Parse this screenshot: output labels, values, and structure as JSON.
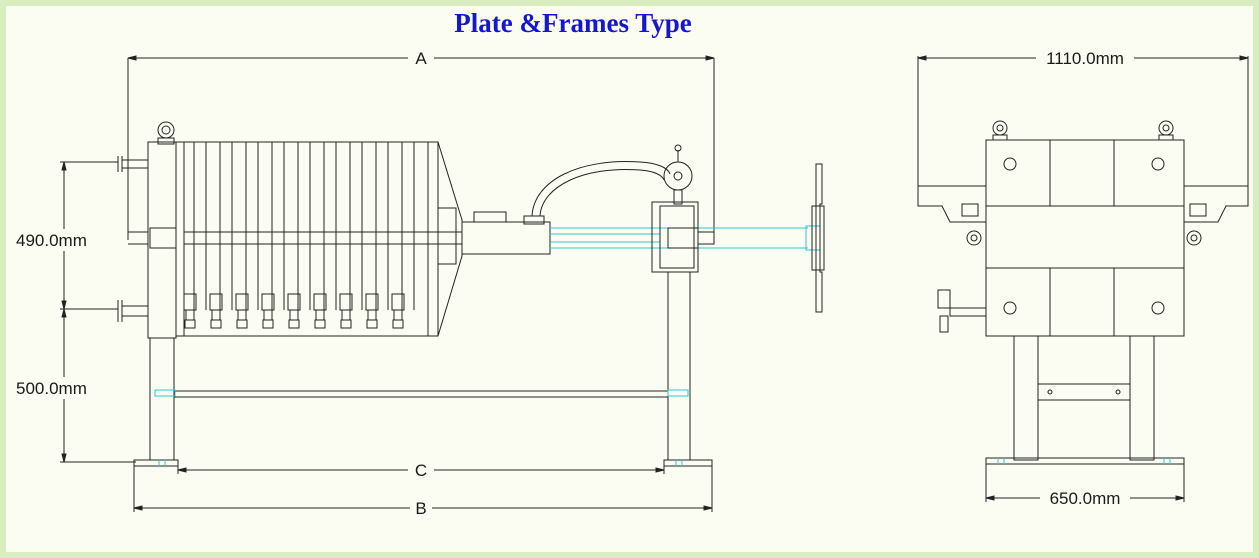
{
  "title": "Plate &Frames Type",
  "dimensions": {
    "a": "A",
    "b": "B",
    "c": "C",
    "height_plates": "490.0mm",
    "height_legs": "500.0mm",
    "front_width": "1110.0mm",
    "base_width": "650.0mm"
  },
  "colors": {
    "title": "#1515d6",
    "background": "#fbfdf3",
    "border": "#d9eec0",
    "line": "#222222",
    "cyan": "#29c8d8"
  }
}
